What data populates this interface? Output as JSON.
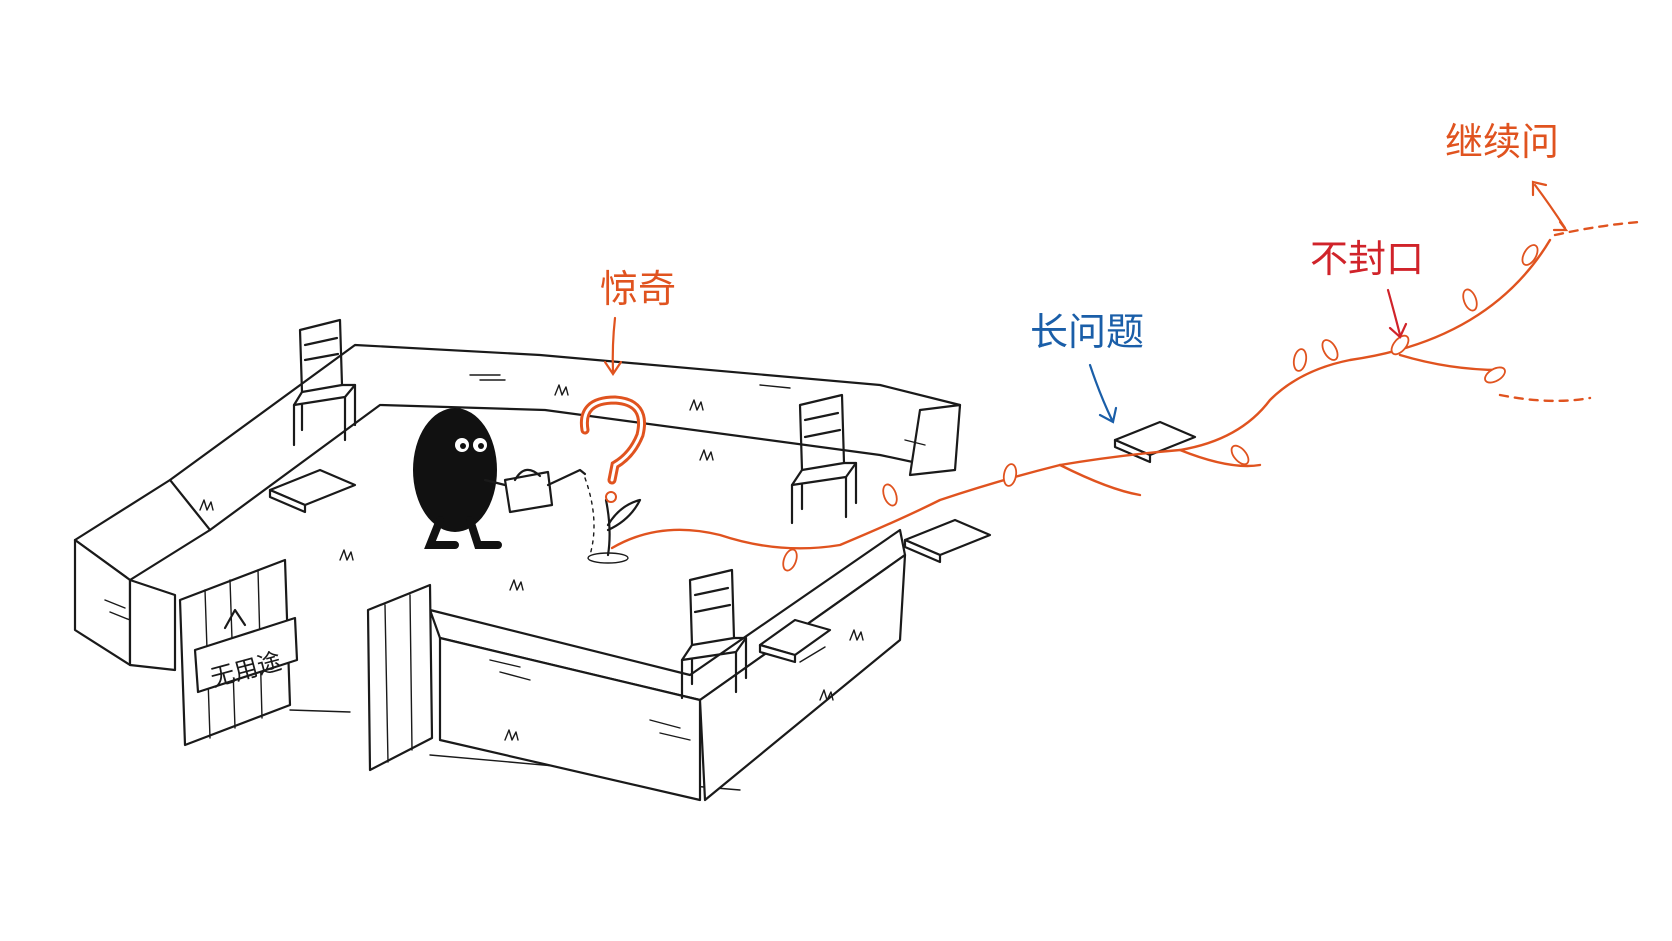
{
  "annotations": {
    "wonder": {
      "text": "惊奇",
      "color": "#e0531f"
    },
    "long_question": {
      "text": "长问题",
      "color": "#1a5ea8"
    },
    "not_sealed": {
      "text": "不封口",
      "color": "#d0232a"
    },
    "keep_asking": {
      "text": "继续问",
      "color": "#e0531f"
    }
  },
  "gate_sign": {
    "text": "无用途"
  },
  "colors": {
    "ink": "#1a1a1a",
    "vine": "#e0531f",
    "background": "#ffffff"
  },
  "icons": [
    "chair-icon",
    "book-icon",
    "watering-can-icon",
    "question-mark-icon",
    "sprout-icon",
    "creature-icon",
    "gate-icon"
  ]
}
